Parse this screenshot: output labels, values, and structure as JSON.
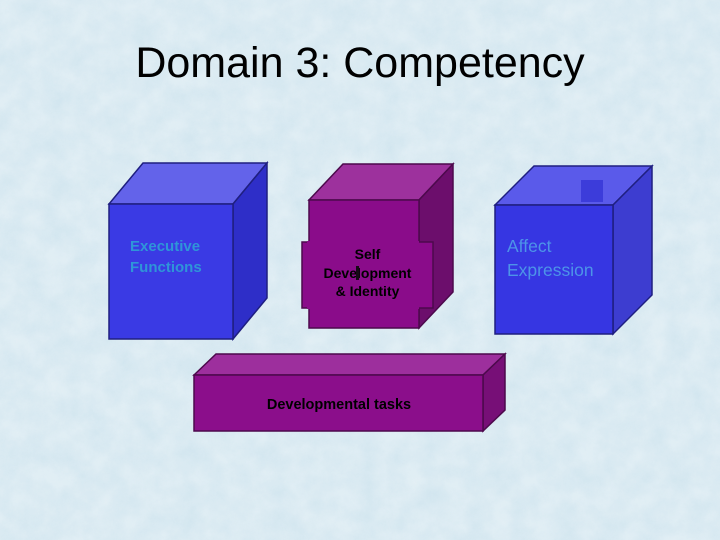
{
  "slide": {
    "title": "Domain 3: Competency",
    "title_color": "#000000",
    "background_color": "#cfe4ee"
  },
  "boxes": {
    "executive": {
      "label": "Executive\nFunctions",
      "label_color": "#2f95d8",
      "front_color": "#3a3ae4",
      "top_color": "#6363ea",
      "side_color": "#2e2ec8",
      "outline_color": "#1f1f80"
    },
    "self": {
      "label": "Self\nDevelopment\n& Identity",
      "label_color": "#000000",
      "front_color": "#8a0c8a",
      "top_color": "#9d319d",
      "side_color": "#6c0e6c",
      "outline_color": "#4c094c"
    },
    "affect": {
      "label": "Affect\nExpression",
      "label_color": "#4d94e8",
      "front_color": "#3636e2",
      "top_color": "#5a5aea",
      "side_color": "#3d3dd0",
      "square_color": "#3c3cda",
      "outline_color": "#1f1f80"
    },
    "tasks": {
      "label": "Developmental tasks",
      "label_color": "#000000",
      "front_color": "#8b0e8b",
      "top_color": "#9d2f9d",
      "side_color": "#770f77",
      "outline_color": "#4c094c"
    }
  }
}
